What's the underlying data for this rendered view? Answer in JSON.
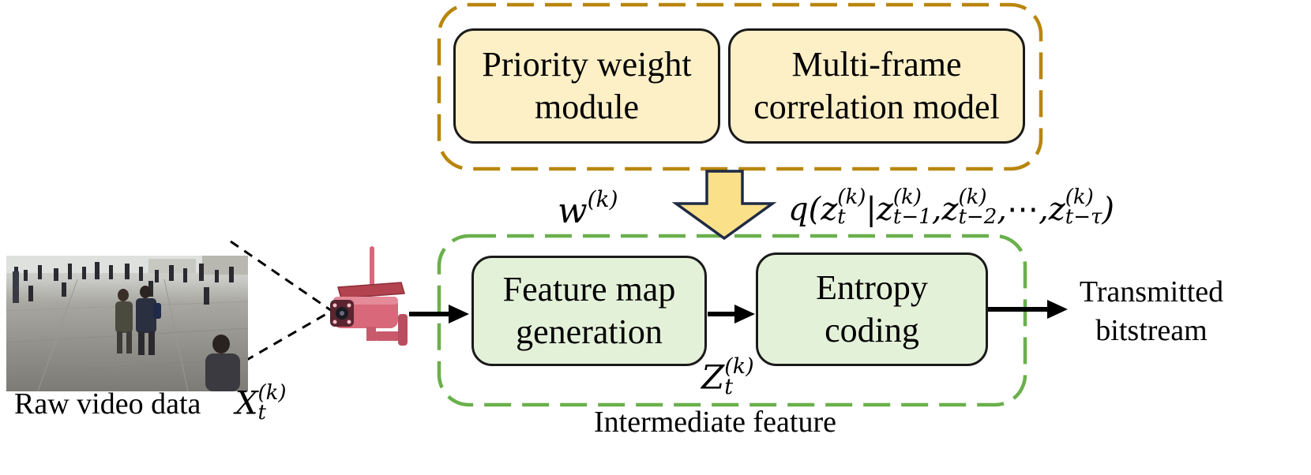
{
  "top_group": {
    "priority_box": {
      "line1": "Priority weight",
      "line2": "module"
    },
    "correlation_box": {
      "line1": "Multi-frame",
      "line2": "correlation model"
    }
  },
  "bottom_group": {
    "feature_box": {
      "line1": "Feature map",
      "line2": "generation"
    },
    "entropy_box": {
      "line1": "Entropy",
      "line2": "coding"
    },
    "caption": "Intermediate feature"
  },
  "labels": {
    "w_base": "w",
    "w_sup": "(k)",
    "q_expr": {
      "q": "q(",
      "z": "z",
      "sup": "(k)",
      "sub_t": "t",
      "bar": "|",
      "sub_t1": "t−1",
      "comma": ",",
      "sub_t2": "t−2",
      "dots": "⋯",
      "sub_ttau": "t−τ",
      "close": ")"
    },
    "Z_base": "Z",
    "Z_sup": "(k)",
    "Z_sub": "t",
    "raw_video": "Raw video data",
    "X_base": "X",
    "X_sup": "(k)",
    "X_sub": "t",
    "output_line1": "Transmitted",
    "output_line2": "bitstream"
  },
  "colors": {
    "top_dash": "#b8860b",
    "bottom_dash": "#6ab04c",
    "top_fill": "#fdefc6",
    "bottom_fill": "#e4f1d9",
    "arrow_fill": "#fbe08a",
    "arrow_stroke": "#1f2a44",
    "camera": "#d9687a"
  },
  "icons": {
    "camera": "surveillance-camera-icon",
    "down_arrow": "down-arrow-icon"
  }
}
